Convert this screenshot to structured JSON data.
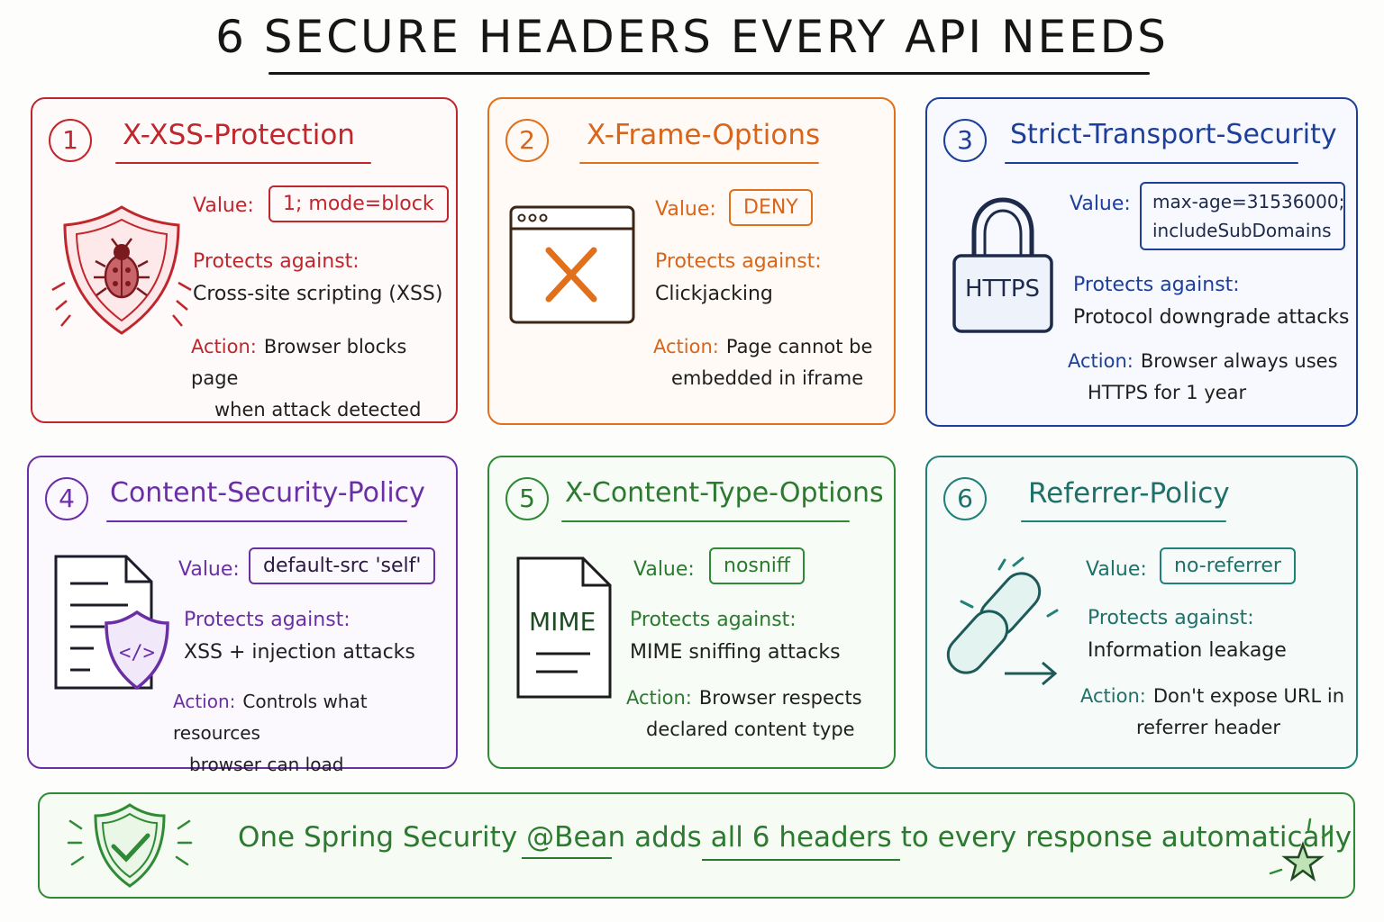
{
  "title": "6 SECURE HEADERS EVERY API NEEDS",
  "labels": {
    "value": "Value:",
    "protects": "Protects against:",
    "action": "Action:"
  },
  "headers": [
    {
      "number": "1",
      "name": "X-XSS-Protection",
      "value": "1; mode=block",
      "protects": "Cross-site scripting (XSS)",
      "action_line1": "Browser blocks page",
      "action_line2": "when attack detected",
      "icon": "shield-bug-icon",
      "color": "#c0262c"
    },
    {
      "number": "2",
      "name": "X-Frame-Options",
      "value": "DENY",
      "protects": "Clickjacking",
      "action_line1": "Page cannot be",
      "action_line2": "embedded in iframe",
      "icon": "browser-window-x-icon",
      "color": "#e0701c"
    },
    {
      "number": "3",
      "name": "Strict-Transport-Security",
      "value_line1": "max-age=31536000;",
      "value_line2": "includeSubDomains",
      "protects": "Protocol downgrade attacks",
      "action_line1": "Browser always uses",
      "action_line2": "HTTPS for 1 year",
      "icon": "padlock-icon",
      "icon_text": "HTTPS",
      "color": "#1d3f9a"
    },
    {
      "number": "4",
      "name": "Content-Security-Policy",
      "value": "default-src 'self'",
      "protects": "XSS + injection attacks",
      "action_line1": "Controls what resources",
      "action_line2": "browser can load",
      "icon": "document-shield-code-icon",
      "color": "#6b2fa5"
    },
    {
      "number": "5",
      "name": "X-Content-Type-Options",
      "value": "nosniff",
      "protects": "MIME sniffing attacks",
      "action_line1": "Browser respects",
      "action_line2": "declared content type",
      "icon": "mime-document-icon",
      "icon_text": "MIME",
      "color": "#2f8a36"
    },
    {
      "number": "6",
      "name": "Referrer-Policy",
      "value": "no-referrer",
      "protects": "Information leakage",
      "action_line1": "Don't expose URL in",
      "action_line2": "referrer header",
      "icon": "broken-chain-arrow-icon",
      "color": "#1f8178"
    }
  ],
  "footer": {
    "part1": "One Spring Security",
    "part2": "@Bean",
    "part3": "adds",
    "part4": "all 6 headers",
    "part5": "to every response automatically",
    "icon_left": "shield-check-icon",
    "icon_right": "star-icon",
    "color": "#2f8a36"
  }
}
